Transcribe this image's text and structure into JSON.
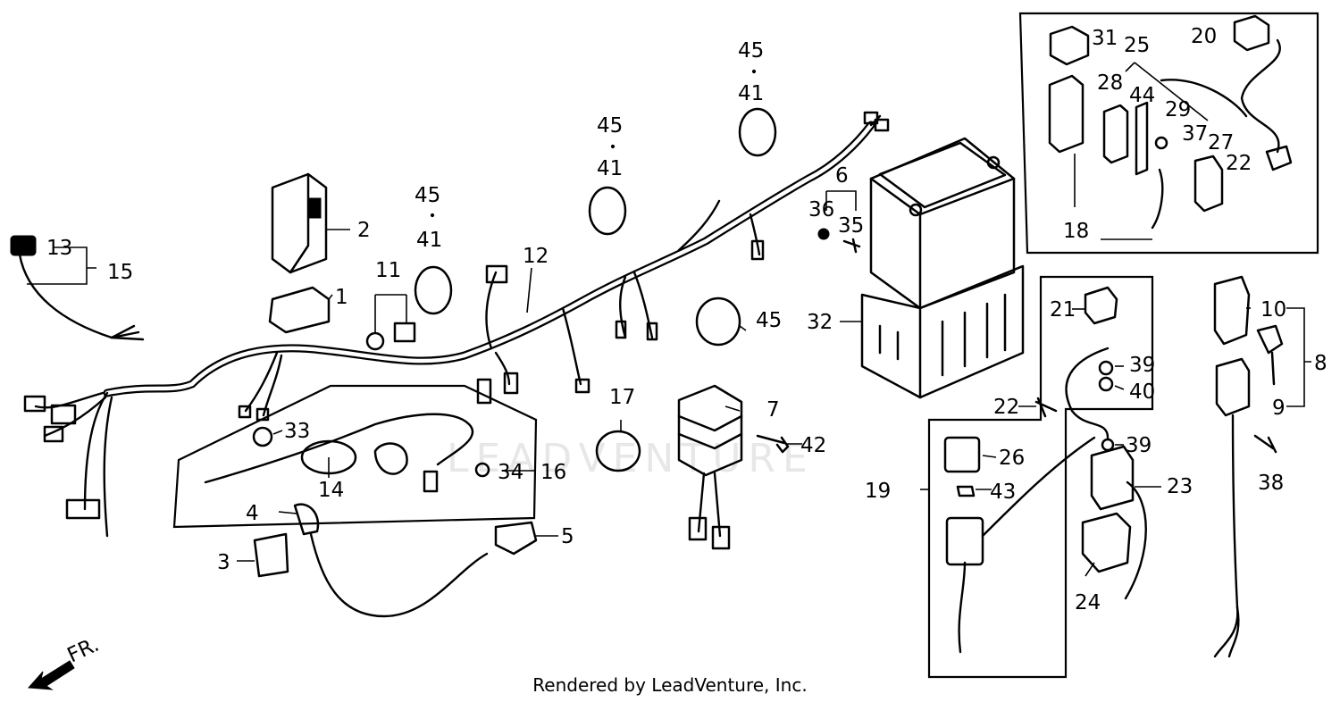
{
  "watermark": "LEADVENTURE",
  "footer": "Rendered by LeadVenture, Inc.",
  "direction_label": "FR.",
  "callouts": {
    "c1": "1",
    "c2": "2",
    "c3": "3",
    "c4": "4",
    "c5": "5",
    "c6": "6",
    "c7": "7",
    "c8": "8",
    "c9": "9",
    "c10": "10",
    "c11": "11",
    "c12": "12",
    "c13": "13",
    "c14": "14",
    "c15": "15",
    "c16": "16",
    "c17": "17",
    "c18": "18",
    "c19": "19",
    "c20": "20",
    "c21": "21",
    "c22a": "22",
    "c22b": "22",
    "c23": "23",
    "c24": "24",
    "c25": "25",
    "c26": "26",
    "c27": "27",
    "c28": "28",
    "c29": "29",
    "c31": "31",
    "c32": "32",
    "c33": "33",
    "c34": "34",
    "c35": "35",
    "c36": "36",
    "c37": "37",
    "c38": "38",
    "c39a": "39",
    "c39b": "39",
    "c40": "40",
    "c41a": "41",
    "c41b": "41",
    "c41c": "41",
    "c42": "42",
    "c43": "43",
    "c44": "44",
    "c45a": "45",
    "c45b": "45",
    "c45c": "45",
    "c45d": "45"
  }
}
